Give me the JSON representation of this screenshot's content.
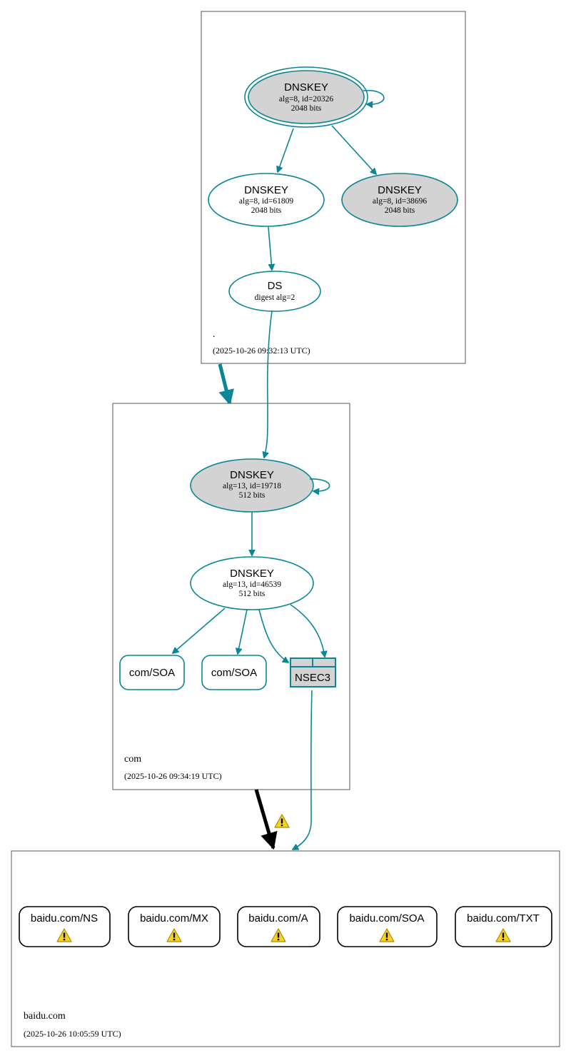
{
  "colors": {
    "teal": "#0a8696",
    "node_fill_gray": "#d3d3d3",
    "warning_fill": "#f5d320",
    "black": "#000000"
  },
  "zones": {
    "root": {
      "name": ".",
      "timestamp": "(2025-10-26 09:32:13 UTC)"
    },
    "com": {
      "name": "com",
      "timestamp": "(2025-10-26 09:34:19 UTC)"
    },
    "baidu": {
      "name": "baidu.com",
      "timestamp": "(2025-10-26 10:05:59 UTC)"
    }
  },
  "nodes": {
    "root_ksk": {
      "title": "DNSKEY",
      "line1": "alg=8, id=20326",
      "line2": "2048 bits"
    },
    "root_zsk1": {
      "title": "DNSKEY",
      "line1": "alg=8, id=61809",
      "line2": "2048 bits"
    },
    "root_zsk2": {
      "title": "DNSKEY",
      "line1": "alg=8, id=38696",
      "line2": "2048 bits"
    },
    "root_ds": {
      "title": "DS",
      "line1": "digest alg=2"
    },
    "com_ksk": {
      "title": "DNSKEY",
      "line1": "alg=13, id=19718",
      "line2": "512 bits"
    },
    "com_zsk": {
      "title": "DNSKEY",
      "line1": "alg=13, id=46539",
      "line2": "512 bits"
    },
    "com_soa1": {
      "label": "com/SOA"
    },
    "com_soa2": {
      "label": "com/SOA"
    },
    "com_nsec3": {
      "label": "NSEC3"
    }
  },
  "records": [
    {
      "label": "baidu.com/NS",
      "warning_icon": "warning-icon"
    },
    {
      "label": "baidu.com/MX",
      "warning_icon": "warning-icon"
    },
    {
      "label": "baidu.com/A",
      "warning_icon": "warning-icon"
    },
    {
      "label": "baidu.com/SOA",
      "warning_icon": "warning-icon"
    },
    {
      "label": "baidu.com/TXT",
      "warning_icon": "warning-icon"
    }
  ],
  "delegation_warning_icon": "warning-icon"
}
